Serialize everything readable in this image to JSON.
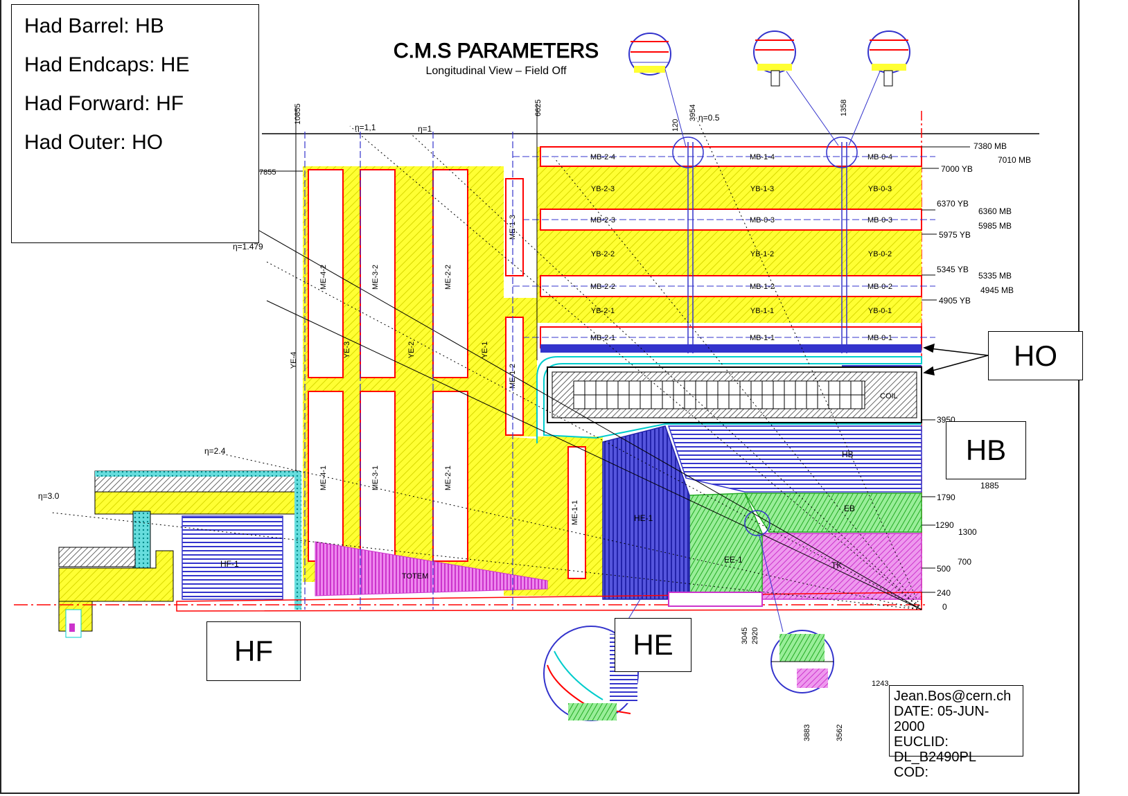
{
  "legend": {
    "line1": "Had Barrel: HB",
    "line2": "Had Endcaps: HE",
    "line3": "Had Forward: HF",
    "line4": "Had Outer: HO"
  },
  "callouts": {
    "ho": "HO",
    "hb": "HB",
    "hf": "HF",
    "he": "HE"
  },
  "drawing": {
    "title": "C.M.S PARAMETERS",
    "subtitle": "Longitudinal View – Field Off",
    "eta_labels": [
      "η=1,1",
      "η=1",
      "η=0.5",
      "η=1.479",
      "η=2.4",
      "η=3.0"
    ],
    "top_dims": [
      "10855",
      "6625",
      "3954",
      "1358",
      "120"
    ],
    "right_dims": [
      "7380 MB",
      "7010 MB",
      "7000 YB",
      "6370 YB",
      "6360 MB",
      "5985 MB",
      "5975 YB",
      "5345 YB",
      "5335 MB",
      "4945 MB",
      "4905 YB",
      "3950",
      "1885",
      "1790",
      "1290",
      "1300",
      "700",
      "500",
      "240",
      "0"
    ],
    "left_dim": "7855",
    "mb_labels": [
      "MB-2-4",
      "MB-1-4",
      "MB-0-4",
      "MB-2-3",
      "MB-0-3",
      "MB-0-3",
      "MB-2-2",
      "MB-1-2",
      "MB-0-2",
      "MB-2-1",
      "MB-1-1",
      "MB-0-1"
    ],
    "yb_labels": [
      "YB-2-3",
      "YB-1-3",
      "YB-0-3",
      "YB-2-2",
      "YB-1-2",
      "YB-0-2",
      "YB-2-1",
      "YB-1-1",
      "YB-0-1"
    ],
    "me_labels": [
      "ME-4-2",
      "ME-3-2",
      "ME-2-2",
      "ME-1-3",
      "ME-1-2",
      "ME-4-1",
      "ME-3-1",
      "ME-2-1",
      "ME-1-1"
    ],
    "ye_labels": [
      "YE-4",
      "YE-3",
      "YE-2",
      "YE-1"
    ],
    "component_labels": {
      "coil": "COIL",
      "hb": "HB",
      "eb": "EB",
      "tk": "TK",
      "ee": "EE-1",
      "he": "HE-1",
      "hf": "HF-1",
      "totem": "TOTEM"
    },
    "bottom_dims": [
      "3045",
      "2920",
      "1243",
      "3883",
      "3562"
    ],
    "stamp": {
      "line1": "Jean.Bos@cern.ch",
      "line2": "DATE: 05-JUN-2000",
      "line3": "EUCLID: DL_B2490PL",
      "line4": "COD:"
    }
  },
  "colors": {
    "yoke": "#ffff33",
    "red": "#ff0000",
    "blue": "#3333cc",
    "green": "#33cc33",
    "magenta": "#cc33cc",
    "cyan": "#00cccc"
  }
}
